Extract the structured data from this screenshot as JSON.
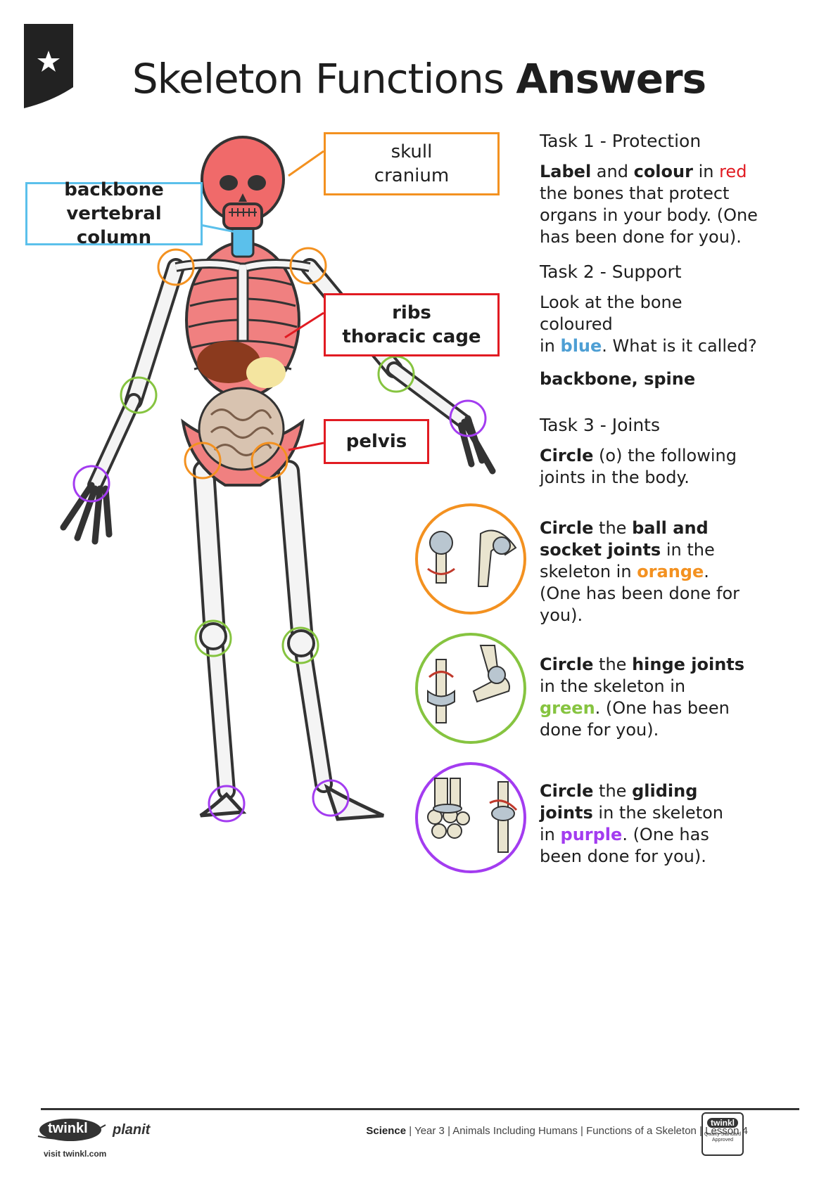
{
  "title": {
    "regular": "Skeleton Functions",
    "bold": "Answers"
  },
  "labels": {
    "skull": {
      "line1": "skull",
      "line2": "cranium",
      "color": "#f39120"
    },
    "backbone": {
      "line1": "backbone",
      "line2": "vertebral column",
      "color": "#5bc0eb"
    },
    "ribs": {
      "line1": "ribs",
      "line2": "thoracic cage",
      "color": "#e11b22"
    },
    "pelvis": {
      "line1": "pelvis",
      "color": "#e11b22"
    }
  },
  "task1": {
    "heading": "Task 1 - Protection",
    "w1": "Label",
    "w2": " and ",
    "w3": "colour",
    "w4": " in ",
    "w5": "red",
    "w6": " the",
    "rest": "bones that protect organs in your body. (One has been done for you)."
  },
  "task2": {
    "heading": "Task 2 - Support",
    "q1": "Look at the bone coloured",
    "q2": "in ",
    "q3": "blue",
    "q4": ". What is it called?",
    "answer": "backbone, spine"
  },
  "task3": {
    "heading": "Task 3 - Joints",
    "w1": "Circle",
    "w2": " (o) the following joints in the body.",
    "ball": {
      "a": "Circle",
      "b": " the ",
      "c": "ball and socket joints",
      "d": " in the skeleton in ",
      "e": "orange",
      "f": ". (One has been done for you)."
    },
    "hinge": {
      "a": "Circle",
      "b": " the ",
      "c": "hinge joints",
      "d": " in the skeleton in ",
      "e": "green",
      "f": ". (One has been done for you)."
    },
    "gliding": {
      "a": "Circle",
      "b": " the ",
      "c": "gliding joints",
      "d": " in the skeleton in ",
      "e": "purple",
      "f": ". (One has been done for you)."
    }
  },
  "colors": {
    "orange": "#f39120",
    "green": "#86c440",
    "purple": "#a33cf0",
    "red": "#e11b22",
    "blue": "#5bc0eb"
  },
  "footer": {
    "brand": "twinkl",
    "planit": "planit",
    "subject": "Science",
    "details": " | Year 3 | Animals Including Humans | Functions of a Skeleton | Lesson 4",
    "visit": "visit twinkl.com",
    "badge_brand": "twinkl",
    "badge_text": "Quality Standard Approved"
  }
}
